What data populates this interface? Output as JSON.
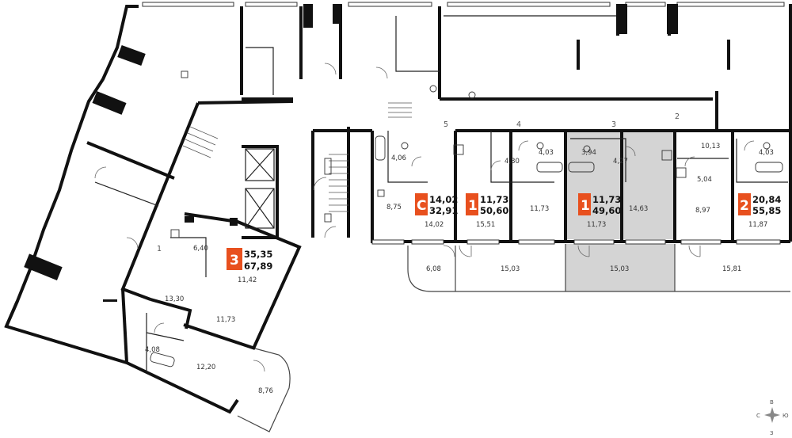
{
  "accent_color": "#e8501e",
  "selected_fill": "#d4d4d4",
  "apartments": [
    {
      "id": "apt-3",
      "type": "3",
      "living_area": "35,35",
      "total_area": "67,89"
    },
    {
      "id": "apt-c",
      "type": "С",
      "living_area": "14,02",
      "total_area": "32,91"
    },
    {
      "id": "apt-1a",
      "type": "1",
      "living_area": "11,73",
      "total_area": "50,60"
    },
    {
      "id": "apt-1b",
      "type": "1",
      "living_area": "11,73",
      "total_area": "49,60"
    },
    {
      "id": "apt-2",
      "type": "2",
      "living_area": "20,84",
      "total_area": "55,85"
    }
  ],
  "room_areas": [
    "6,40",
    "11,42",
    "13,30",
    "11,73",
    "4,08",
    "12,20",
    "8,76",
    "4,06",
    "8,75",
    "14,02",
    "6,08",
    "15,51",
    "4,30",
    "4,03",
    "11,73",
    "15,03",
    "3,94",
    "4,27",
    "14,63",
    "11,73",
    "15,03",
    "10,13",
    "5,04",
    "4,03",
    "8,97",
    "11,87",
    "15,81"
  ],
  "room_numbers": [
    "1",
    "2",
    "3",
    "4",
    "5"
  ],
  "compass": {
    "north": "С",
    "south": "Ю",
    "west": "З",
    "east": "В"
  }
}
